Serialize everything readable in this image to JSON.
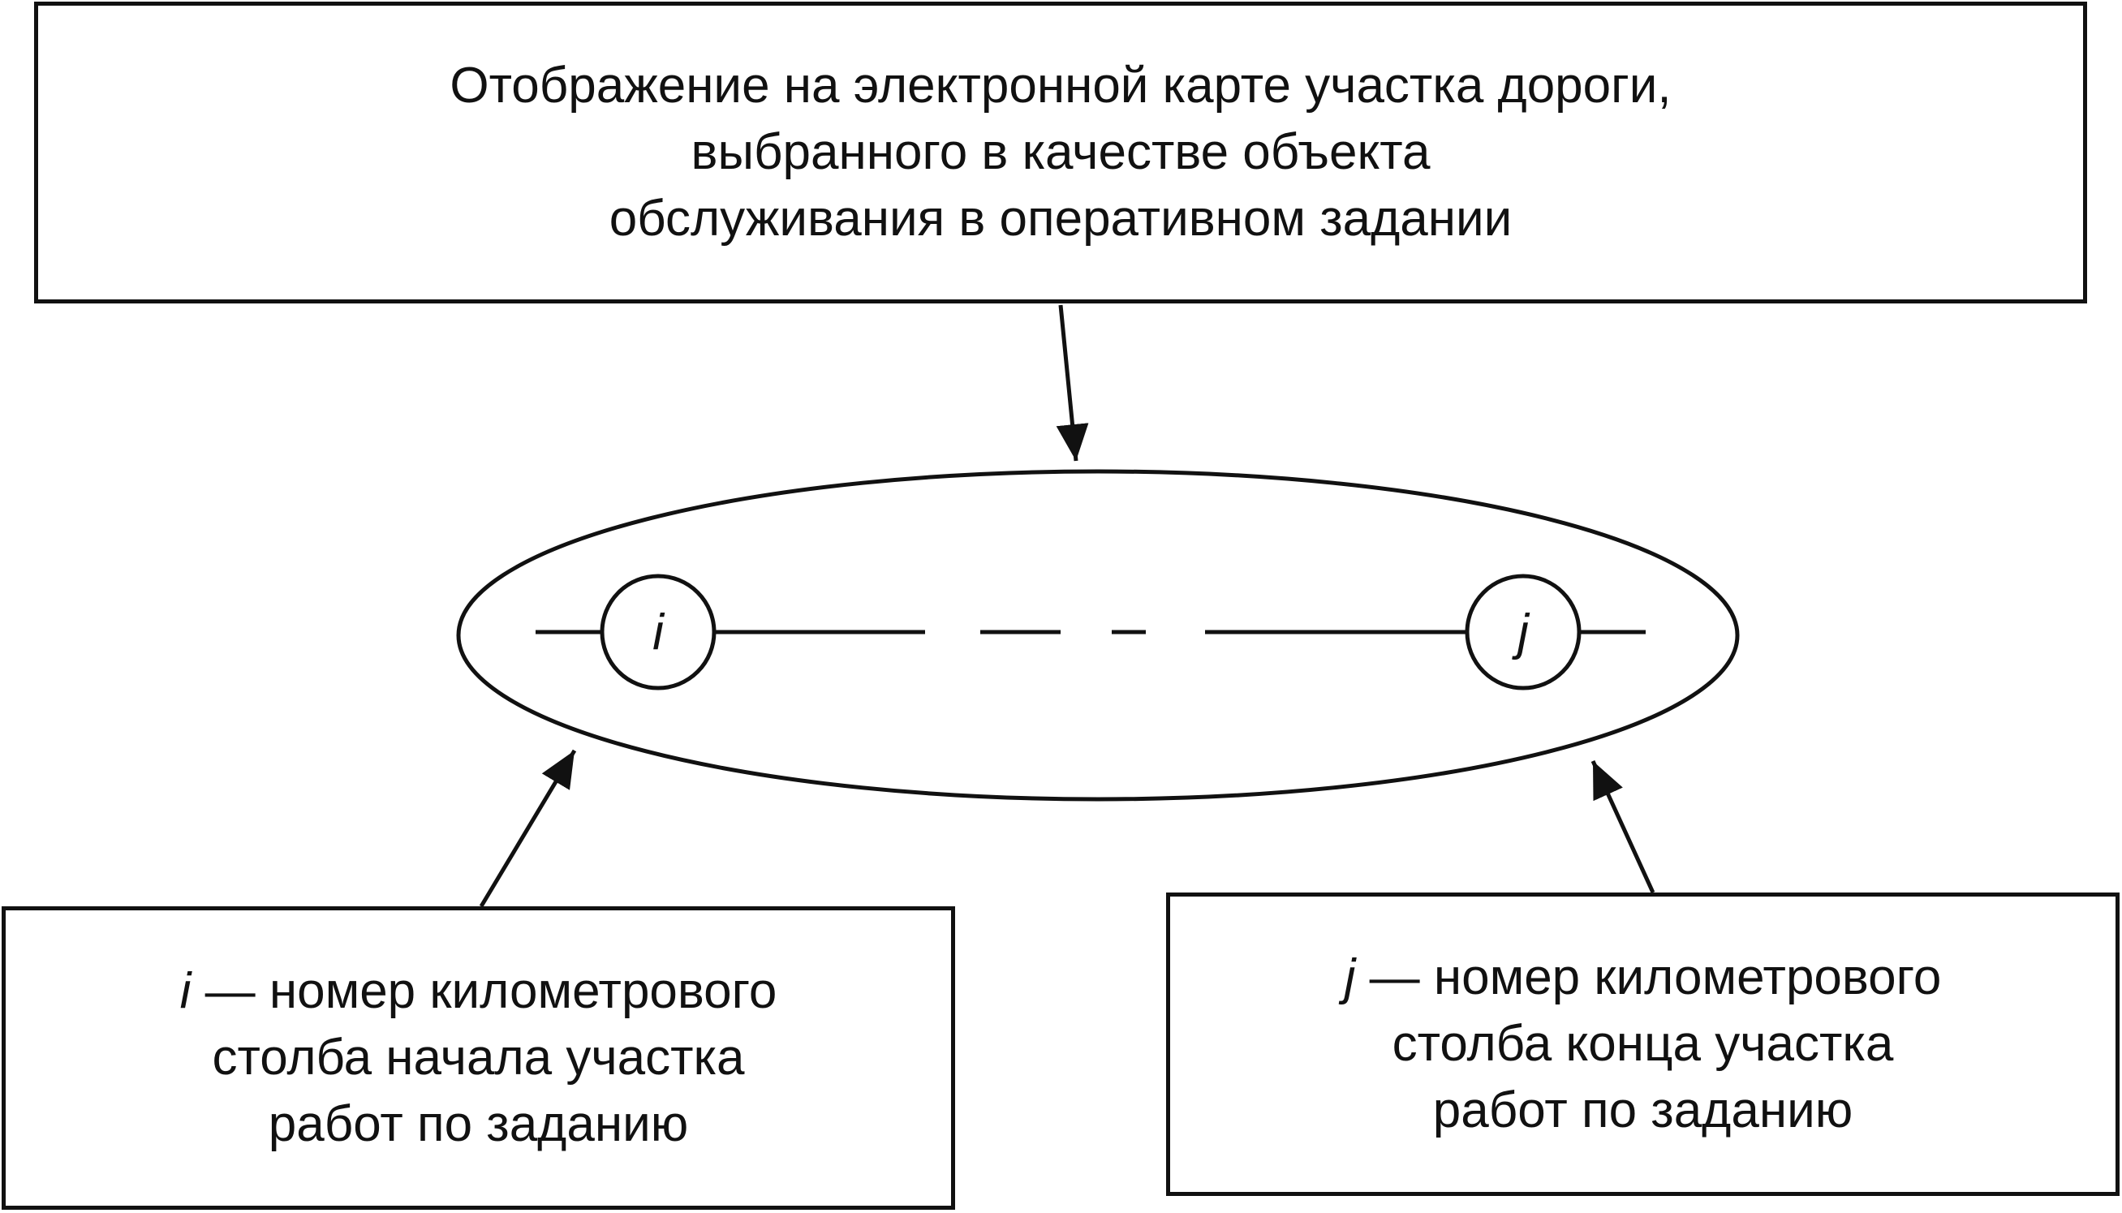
{
  "top_box": {
    "lines": [
      "Отображение на электронной карте участка дороги,",
      "выбранного в качестве объекта",
      "обслуживания в оперативном задании"
    ]
  },
  "road_segment": {
    "start_node": "i",
    "end_node": "j"
  },
  "left_box": {
    "variable": "i",
    "line1_rest": " — номер километрового",
    "line2": "столба начала участка",
    "line3": "работ по заданию"
  },
  "right_box": {
    "variable": "j",
    "line1_rest": " — номер километрового",
    "line2": "столба конца участка",
    "line3": "работ по заданию"
  }
}
